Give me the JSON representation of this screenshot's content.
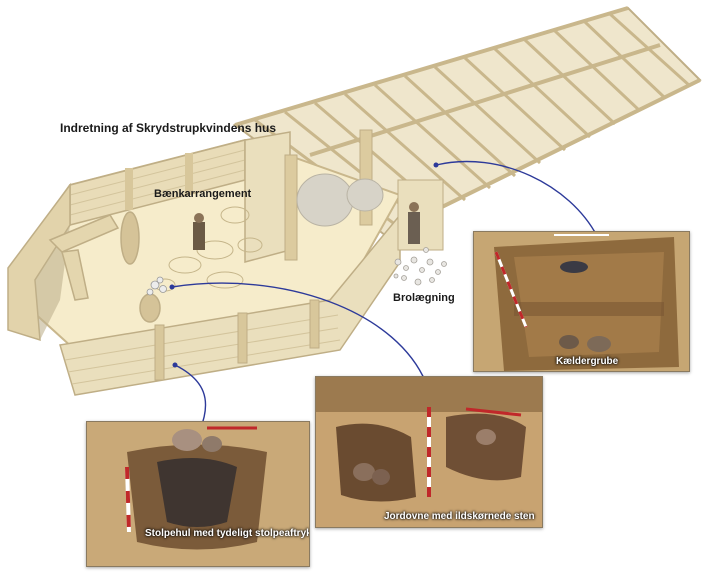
{
  "title": "Indretning af Skrydstrupkvindens hus",
  "labels": {
    "bench": "Bænkarrangement",
    "paving": "Brolægning"
  },
  "photos": {
    "cellar": "Kældergrube",
    "posthole": "Stolpehul med tydeligt stolpeaftryk",
    "oven": "Jordovne med ildskørnede sten"
  },
  "colors": {
    "wood": "#e9dcb8",
    "wood_dark": "#c9b78c",
    "floor": "#f6eccb",
    "leader": "#2d3a9a",
    "soil": "#b08a55"
  }
}
